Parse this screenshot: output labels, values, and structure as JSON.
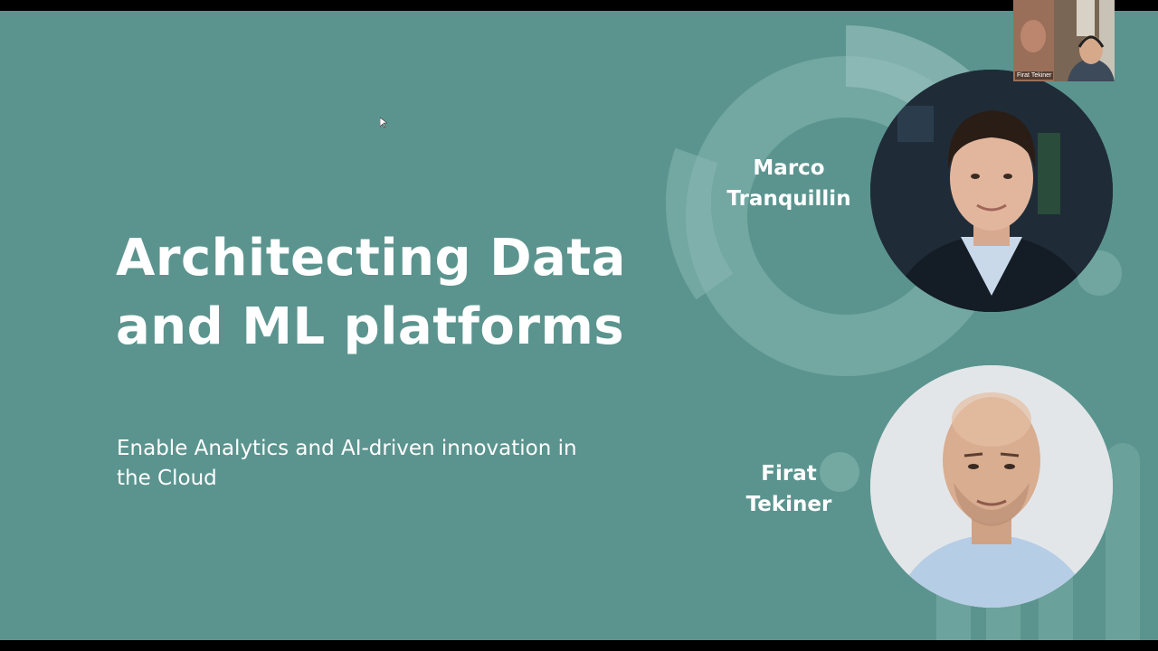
{
  "slide": {
    "title_line1": "Architecting Data",
    "title_line2": "and ML platforms",
    "subtitle_line1": "Enable Analytics and AI-driven innovation in",
    "subtitle_line2": "the Cloud"
  },
  "speakers": [
    {
      "first": "Marco",
      "last": "Tranquillin"
    },
    {
      "first": "Firat",
      "last": "Tekiner"
    }
  ],
  "webcam": {
    "participant_name": "Firat Tekiner"
  },
  "colors": {
    "slide_background": "#5b948e",
    "text": "#ffffff",
    "frame": "#000000"
  }
}
